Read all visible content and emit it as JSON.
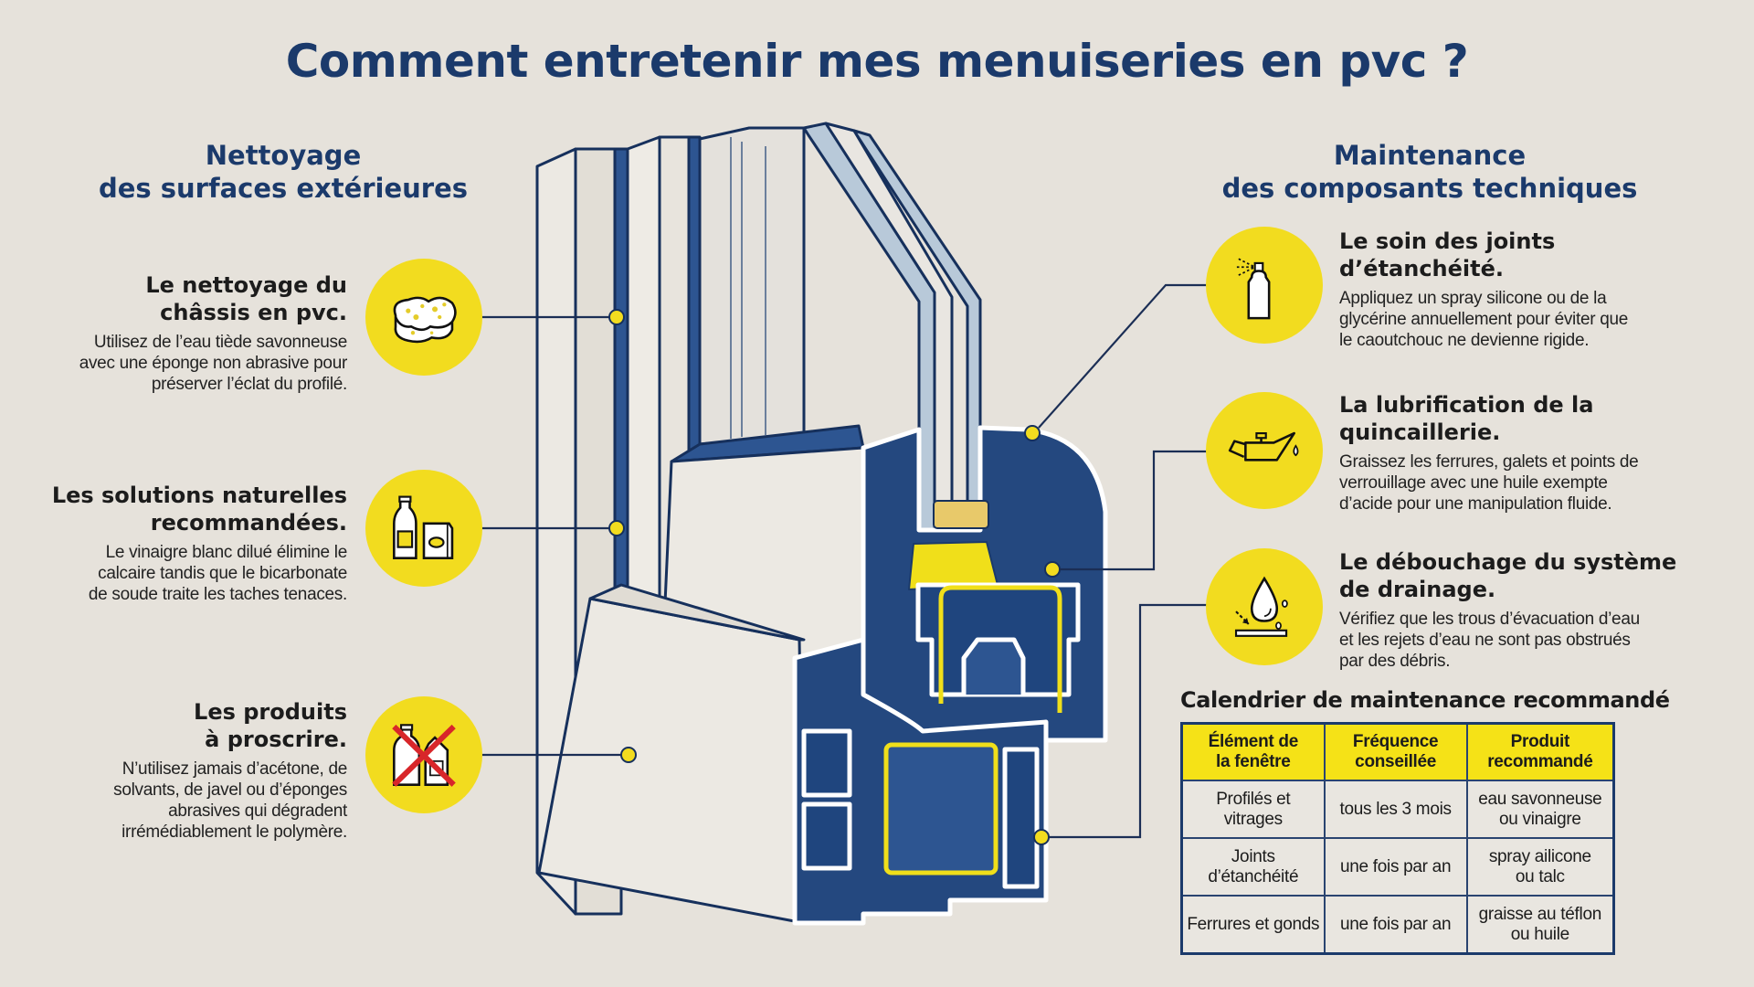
{
  "title": "Comment entretenir mes menuiseries en pvc ?",
  "colors": {
    "navy": "#1b3a6b",
    "profile_blue": "#2d5591",
    "yellow": "#f2dc1f",
    "background": "#e6e2db",
    "prohibited_red": "#d8262a"
  },
  "left_section": {
    "heading_lines": [
      "Nettoyage",
      "des surfaces extérieures"
    ],
    "items": [
      {
        "icon": "sponge-icon",
        "heading_lines": [
          "Le nettoyage du",
          "châssis en pvc."
        ],
        "text_lines": [
          "Utilisez de l’eau tiède savonneuse",
          "avec une éponge non abrasive pour",
          "préserver l’éclat du profilé."
        ]
      },
      {
        "icon": "vinegar-bicarbonate-icon",
        "heading_lines": [
          "Les solutions naturelles",
          "recommandées."
        ],
        "text_lines": [
          "Le vinaigre blanc dilué élimine le",
          "calcaire tandis que le bicarbonate",
          "de soude traite les taches tenaces."
        ]
      },
      {
        "icon": "prohibited-products-icon",
        "heading_lines": [
          "Les produits",
          "à proscrire."
        ],
        "text_lines": [
          "N’utilisez jamais d’acétone, de",
          "solvants, de javel ou d’éponges",
          "abrasives qui dégradent",
          "irrémédiablement le polymère."
        ]
      }
    ]
  },
  "right_section": {
    "heading_lines": [
      "Maintenance",
      "des composants techniques"
    ],
    "items": [
      {
        "icon": "spray-can-icon",
        "heading_lines": [
          "Le soin des joints",
          "d’étanchéité."
        ],
        "text_lines": [
          "Appliquez un spray silicone ou de la",
          "glycérine annuellement pour éviter que",
          "le caoutchouc ne devienne rigide."
        ]
      },
      {
        "icon": "oil-can-icon",
        "heading_lines": [
          "La lubrification de la",
          "quincaillerie."
        ],
        "text_lines": [
          "Graissez les ferrures, galets et points de",
          "verrouillage avec une huile exempte",
          "d’acide pour une manipulation fluide."
        ]
      },
      {
        "icon": "water-drain-icon",
        "heading_lines": [
          "Le débouchage du système",
          "de drainage."
        ],
        "text_lines": [
          "Vérifiez que les trous d’évacuation d’eau",
          "et les rejets d’eau ne sont pas obstrués",
          "par des débris."
        ]
      }
    ]
  },
  "calendar": {
    "title": "Calendrier de maintenance recommandé",
    "headers": [
      [
        "Élément de",
        "la fenêtre"
      ],
      [
        "Fréquence",
        "conseillée"
      ],
      [
        "Produit",
        "recommandé"
      ]
    ],
    "rows": [
      {
        "element": [
          "Profilés et vitrages"
        ],
        "frequency": [
          "tous les 3 mois"
        ],
        "product": [
          "eau savonneuse",
          "ou vinaigre"
        ]
      },
      {
        "element": [
          "Joints d’étanchéité"
        ],
        "frequency": [
          "une fois par an"
        ],
        "product": [
          "spray ailicone",
          "ou talc"
        ]
      },
      {
        "element": [
          "Ferrures et gonds"
        ],
        "frequency": [
          "une fois par an"
        ],
        "product": [
          "graisse au téflon",
          "ou huile"
        ]
      }
    ]
  }
}
